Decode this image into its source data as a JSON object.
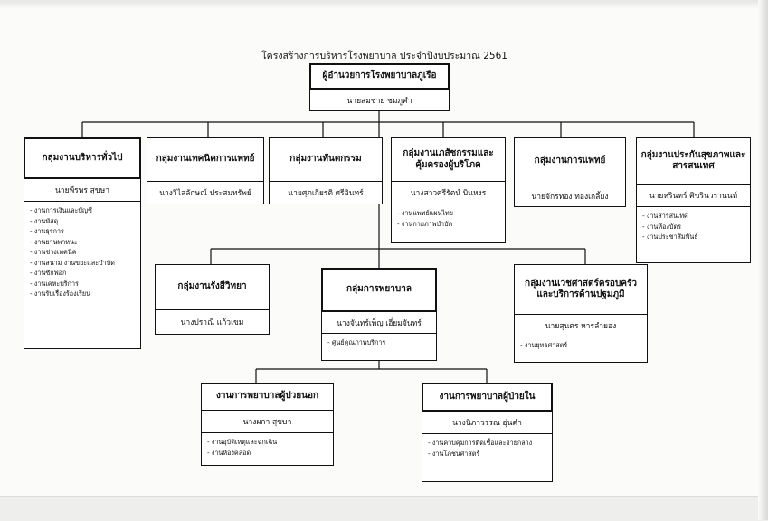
{
  "title": "โครงสร้างการบริหารโรงพยาบาล ประจำปีงบประมาณ 2561",
  "director": {
    "title": "ผู้อำนวยการโรงพยาบาลภูเรือ",
    "name": "นายสมชาย ชมภูคำ"
  },
  "top_groups": [
    {
      "title": "กลุ่มงานบริหารทั่วไป",
      "name": "นายพีรพร สุขษา",
      "tasks": [
        "งานการเงินและบัญชี",
        "งานพัสดุ",
        "งานธุรการ",
        "งานยานพาหนะ",
        "งานช่างเทคนิค",
        "งานสนาม งานขยะและบำบัด",
        "งานซักฟอก",
        "งานเคหะบริการ",
        "งานรับเรื่องร้องเรียน"
      ]
    },
    {
      "title": "กลุ่มงานเทคนิคการแพทย์",
      "name": "นางวิไลลักษณ์ ประสมทรัพย์",
      "tasks": []
    },
    {
      "title": "กลุ่มงานทันตกรรม",
      "name": "นายศุภเกียรติ ศรีอินทร์",
      "tasks": []
    },
    {
      "title": "กลุ่มงานเภสัชกรรมและคุ้มครองผู้บริโภค",
      "name": "นางสาวศรีรัตน์ บินหงร",
      "tasks": [
        "งานแพทย์แผนไทย",
        "งานกายภาพบำบัด"
      ]
    },
    {
      "title": "กลุ่มงานการแพทย์",
      "name": "นายจักรทอง ทองเกลี้ยง",
      "tasks": []
    },
    {
      "title": "กลุ่มงานประกันสุขภาพและสารสนเทศ",
      "name": "นายหรินทร์ ศิขรินวรานนท์",
      "tasks": [
        "งานสารสนเทศ",
        "งานห้องบัตร",
        "งานประชาสัมพันธ์"
      ]
    }
  ],
  "mid_groups": [
    {
      "title": "กลุ่มงานรังสีวิทยา",
      "name": "นางปราณี แก้วเขม",
      "tasks": []
    },
    {
      "title": "กลุ่มการพยาบาล",
      "name": "นางจันทร์เพ็ญ เอี่ยมจันทร์",
      "tasks": [
        "ศูนย์คุณภาพบริการ"
      ]
    },
    {
      "title": "กลุ่มงานเวชศาสตร์ครอบครัวและบริการด้านปฐมภูมิ",
      "name": "นายสุนตร หารลำยอง",
      "tasks": [
        "งานยุทธศาสตร์"
      ]
    }
  ],
  "nursing_units": [
    {
      "title": "งานการพยาบาลผู้ป่วยนอก",
      "name": "นางผกา สุขษา",
      "tasks": [
        "งานอุบัติเหตุและฉุกเฉิน",
        "งานห้องคลอด"
      ]
    },
    {
      "title": "งานการพยาบาลผู้ป่วยใน",
      "name": "นางนิภาวรรณ อุ่นคำ",
      "tasks": [
        "งานควบคุมการติดเชื้อและจ่ายกลาง",
        "งานโภชนศาสตร์"
      ]
    }
  ]
}
